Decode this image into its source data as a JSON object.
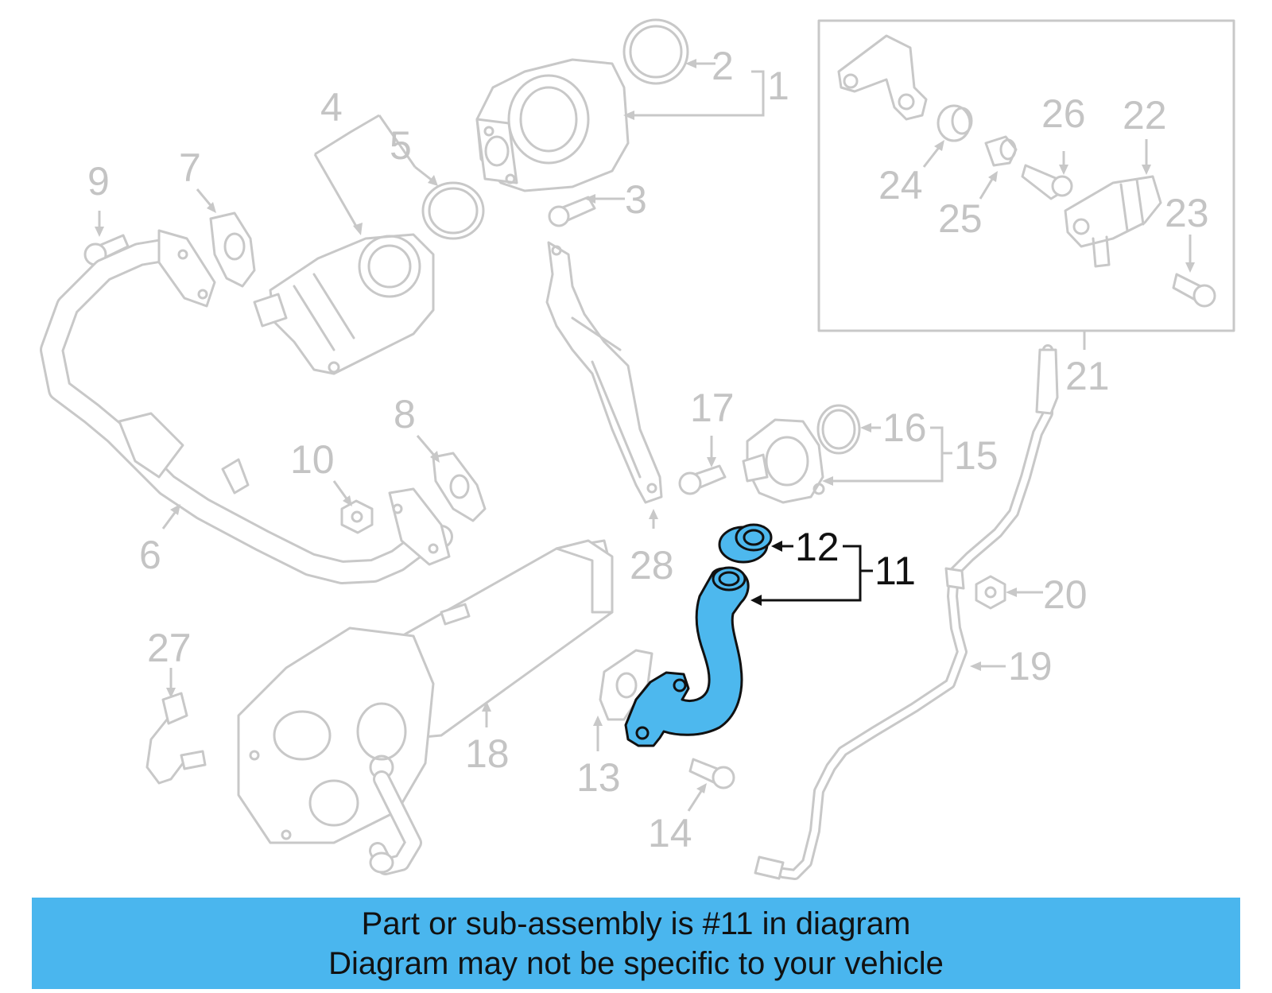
{
  "callouts": {
    "c1": "1",
    "c2": "2",
    "c3": "3",
    "c4": "4",
    "c5": "5",
    "c6": "6",
    "c7": "7",
    "c8": "8",
    "c9": "9",
    "c10": "10",
    "c11": "11",
    "c12": "12",
    "c13": "13",
    "c14": "14",
    "c15": "15",
    "c16": "16",
    "c17": "17",
    "c18": "18",
    "c19": "19",
    "c20": "20",
    "c21": "21",
    "c22": "22",
    "c23": "23",
    "c24": "24",
    "c25": "25",
    "c26": "26",
    "c27": "27",
    "c28": "28"
  },
  "highlight": {
    "part_number": "11",
    "color": "#4db8ee"
  },
  "banner": {
    "line1": "Part or sub-assembly is #11 in diagram",
    "line2": "Diagram may not be specific to your vehicle",
    "color": "#4ab6ee"
  }
}
